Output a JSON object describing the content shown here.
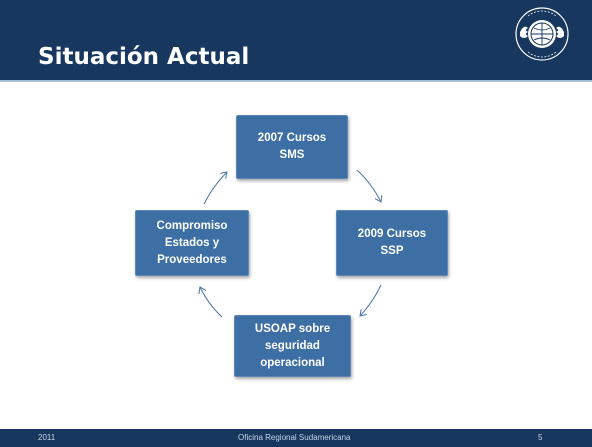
{
  "slide": {
    "title": "Situación Actual",
    "logo_icon": "icao-emblem-icon",
    "accent_color": "#17375E",
    "node_color": "#3D6FA5"
  },
  "cycle": {
    "nodes": [
      {
        "label": "2007 Cursos\nSMS"
      },
      {
        "label": "2009 Cursos\nSSP"
      },
      {
        "label": "USOAP sobre\nseguridad\noperacional"
      },
      {
        "label": "Compromiso\nEstados  y\nProveedores"
      }
    ]
  },
  "footer": {
    "year": "2011",
    "office": "Oficina Regional Sudamericana",
    "page": "5"
  }
}
